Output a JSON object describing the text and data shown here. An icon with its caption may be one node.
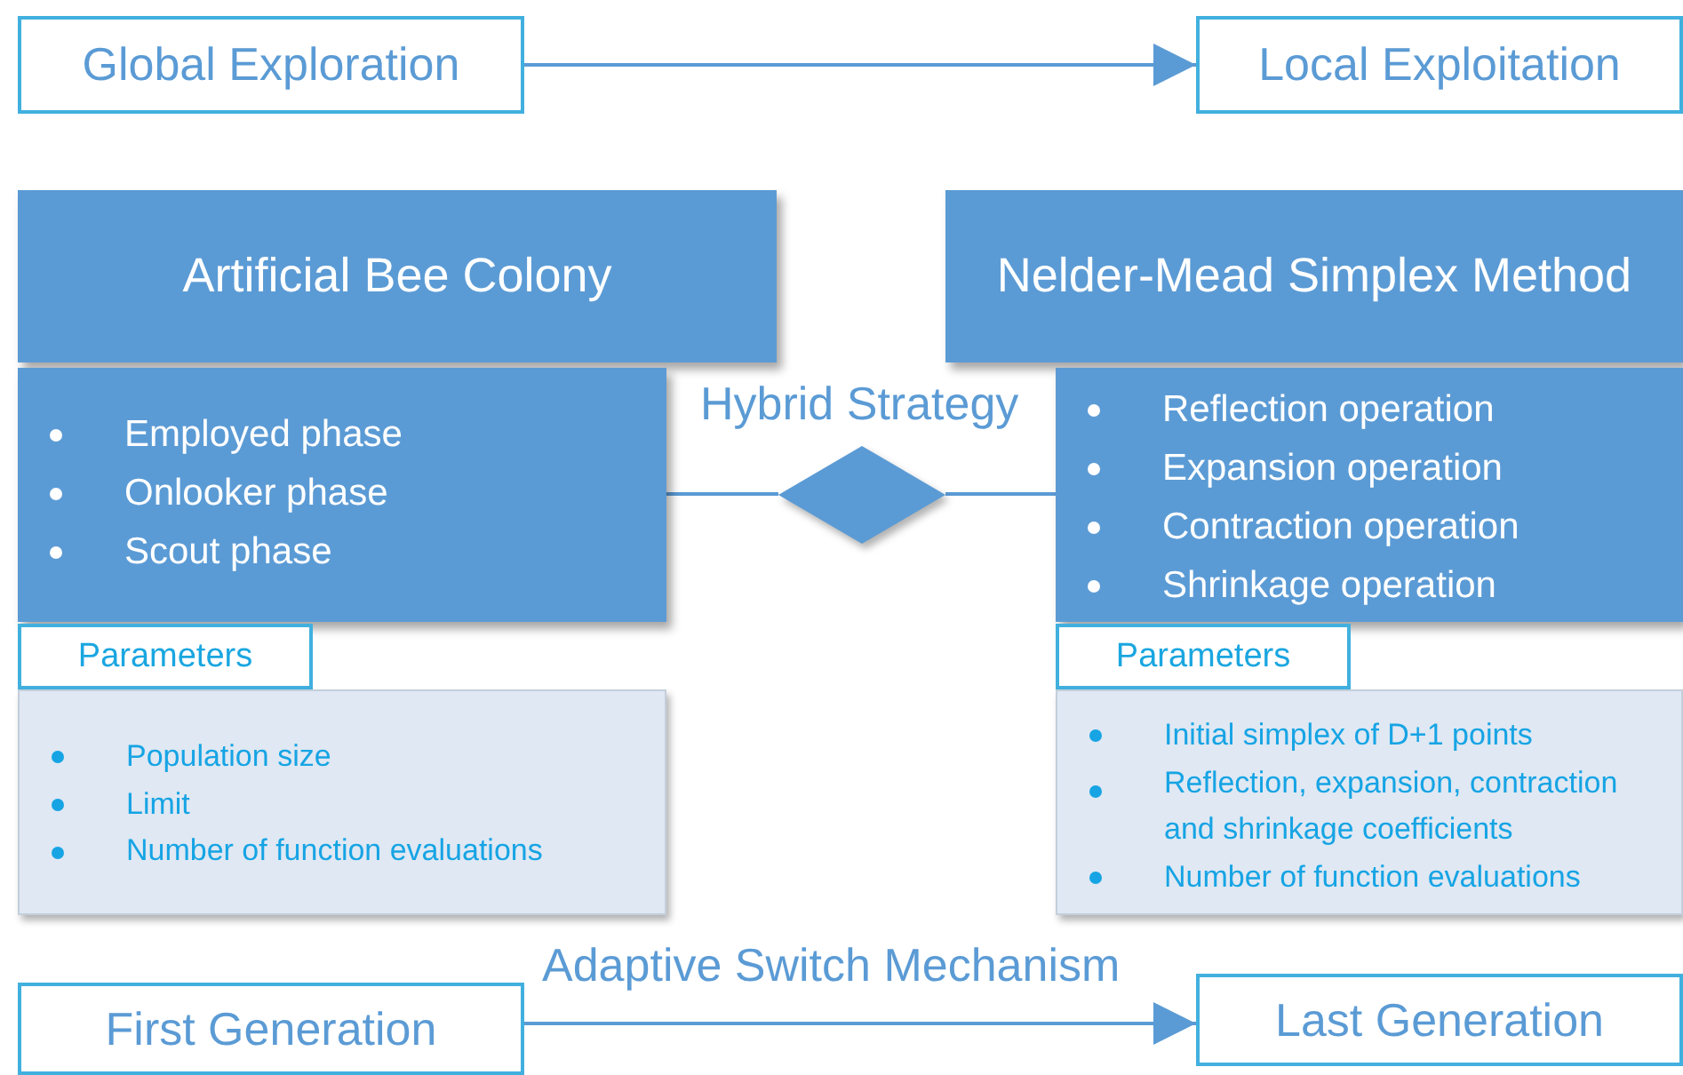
{
  "diagram": {
    "nodes": [
      {
        "text": [
          "Global Exploration"
        ]
      },
      {
        "text": [
          "Local Exploitation"
        ]
      },
      {
        "text": [
          "Artificial Bee Colony"
        ]
      },
      {
        "text": [
          "Employed phase",
          "Onlooker phase",
          "Scout phase"
        ]
      },
      {
        "text": [
          "Parameters"
        ]
      },
      {
        "text": [
          "Population size",
          "Limit",
          "Number of function evaluations"
        ]
      },
      {
        "text": [
          "Nelder-Mead Simplex Method"
        ]
      },
      {
        "text": [
          "Reflection operation",
          "Expansion operation",
          "Contraction operation",
          "Shrinkage operation"
        ]
      },
      {
        "text": [
          "Parameters"
        ]
      },
      {
        "text": [
          "Initial simplex of D+1 points",
          "Reflection, expansion, contraction and shrinkage coefficients",
          "Number of function evaluations"
        ]
      },
      {
        "text": [],
        "shape": "diamond",
        "beside": [
          "Hybrid Strategy"
        ]
      },
      {
        "text": [
          "First Generation"
        ]
      },
      {
        "text": [
          "Last Generation"
        ]
      }
    ],
    "edges": [
      {
        "from": 0,
        "to": 1,
        "arrow": "to"
      },
      {
        "from": 3,
        "to": 10,
        "arrow": "none"
      },
      {
        "from": 10,
        "to": 7,
        "arrow": "none"
      },
      {
        "from": 11,
        "to": 12,
        "arrow": "to",
        "label": "Adaptive Switch Mechanism"
      }
    ]
  }
}
